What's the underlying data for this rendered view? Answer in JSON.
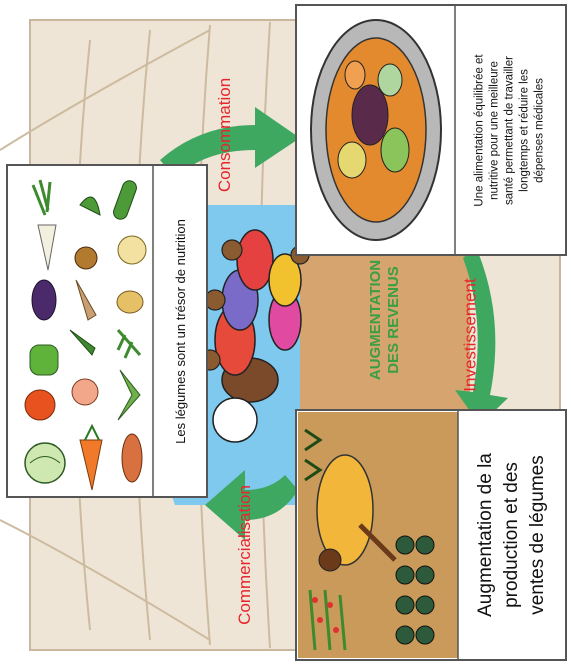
{
  "veg_panel": {
    "title": "Les légumes sont un trésor de nutrition"
  },
  "food_panel": {
    "text_lines": [
      "Une alimentation équilibrée et",
      "nutritive pour une meilleure",
      "santé permettant de travailler",
      "longtemps et réduire les",
      "dépenses médicales"
    ]
  },
  "production_panel": {
    "lines": [
      "Augmentation de la",
      "production et des",
      "ventes de légumes"
    ]
  },
  "center": {
    "lines": [
      "AUGMENTATION",
      "DES REVENUS"
    ]
  },
  "arrows": {
    "consumption": "Consommation",
    "investment": "Investissement",
    "commercialisation": "Commercialisation"
  },
  "colors": {
    "arrow_green": "#3ea860",
    "label_red": "#e5262c",
    "center_green": "#3a9e43",
    "water_blue": "#7fc8ee"
  }
}
